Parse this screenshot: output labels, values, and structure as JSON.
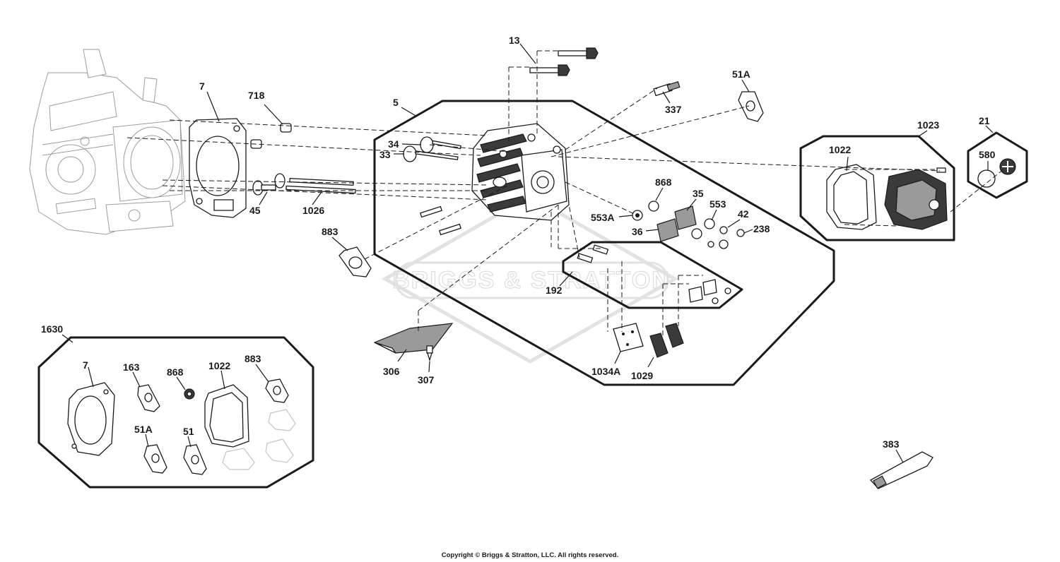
{
  "watermark": {
    "brand": "BRIGGS & STRATTON"
  },
  "callouts": {
    "c13": "13",
    "c7": "7",
    "c718": "718",
    "c5": "5",
    "c51A": "51A",
    "c337": "337",
    "c34": "34",
    "c33": "33",
    "c45": "45",
    "c1026": "1026",
    "c883": "883",
    "c868": "868",
    "c35": "35",
    "c553A": "553A",
    "c553": "553",
    "c42": "42",
    "c36": "36",
    "c238": "238",
    "c192": "192",
    "c306": "306",
    "c307": "307",
    "c1034A": "1034A",
    "c1029": "1029",
    "c1023": "1023",
    "c1022": "1022",
    "c21": "21",
    "c580": "580",
    "c383": "383"
  },
  "gasket_kit": {
    "kit_number": "1630",
    "items": {
      "k7": "7",
      "k163": "163",
      "k868": "868",
      "k1022": "1022",
      "k883": "883",
      "k51A": "51A",
      "k51": "51"
    }
  },
  "copyright": "Copyright © Briggs & Stratton, LLC. All rights reserved."
}
